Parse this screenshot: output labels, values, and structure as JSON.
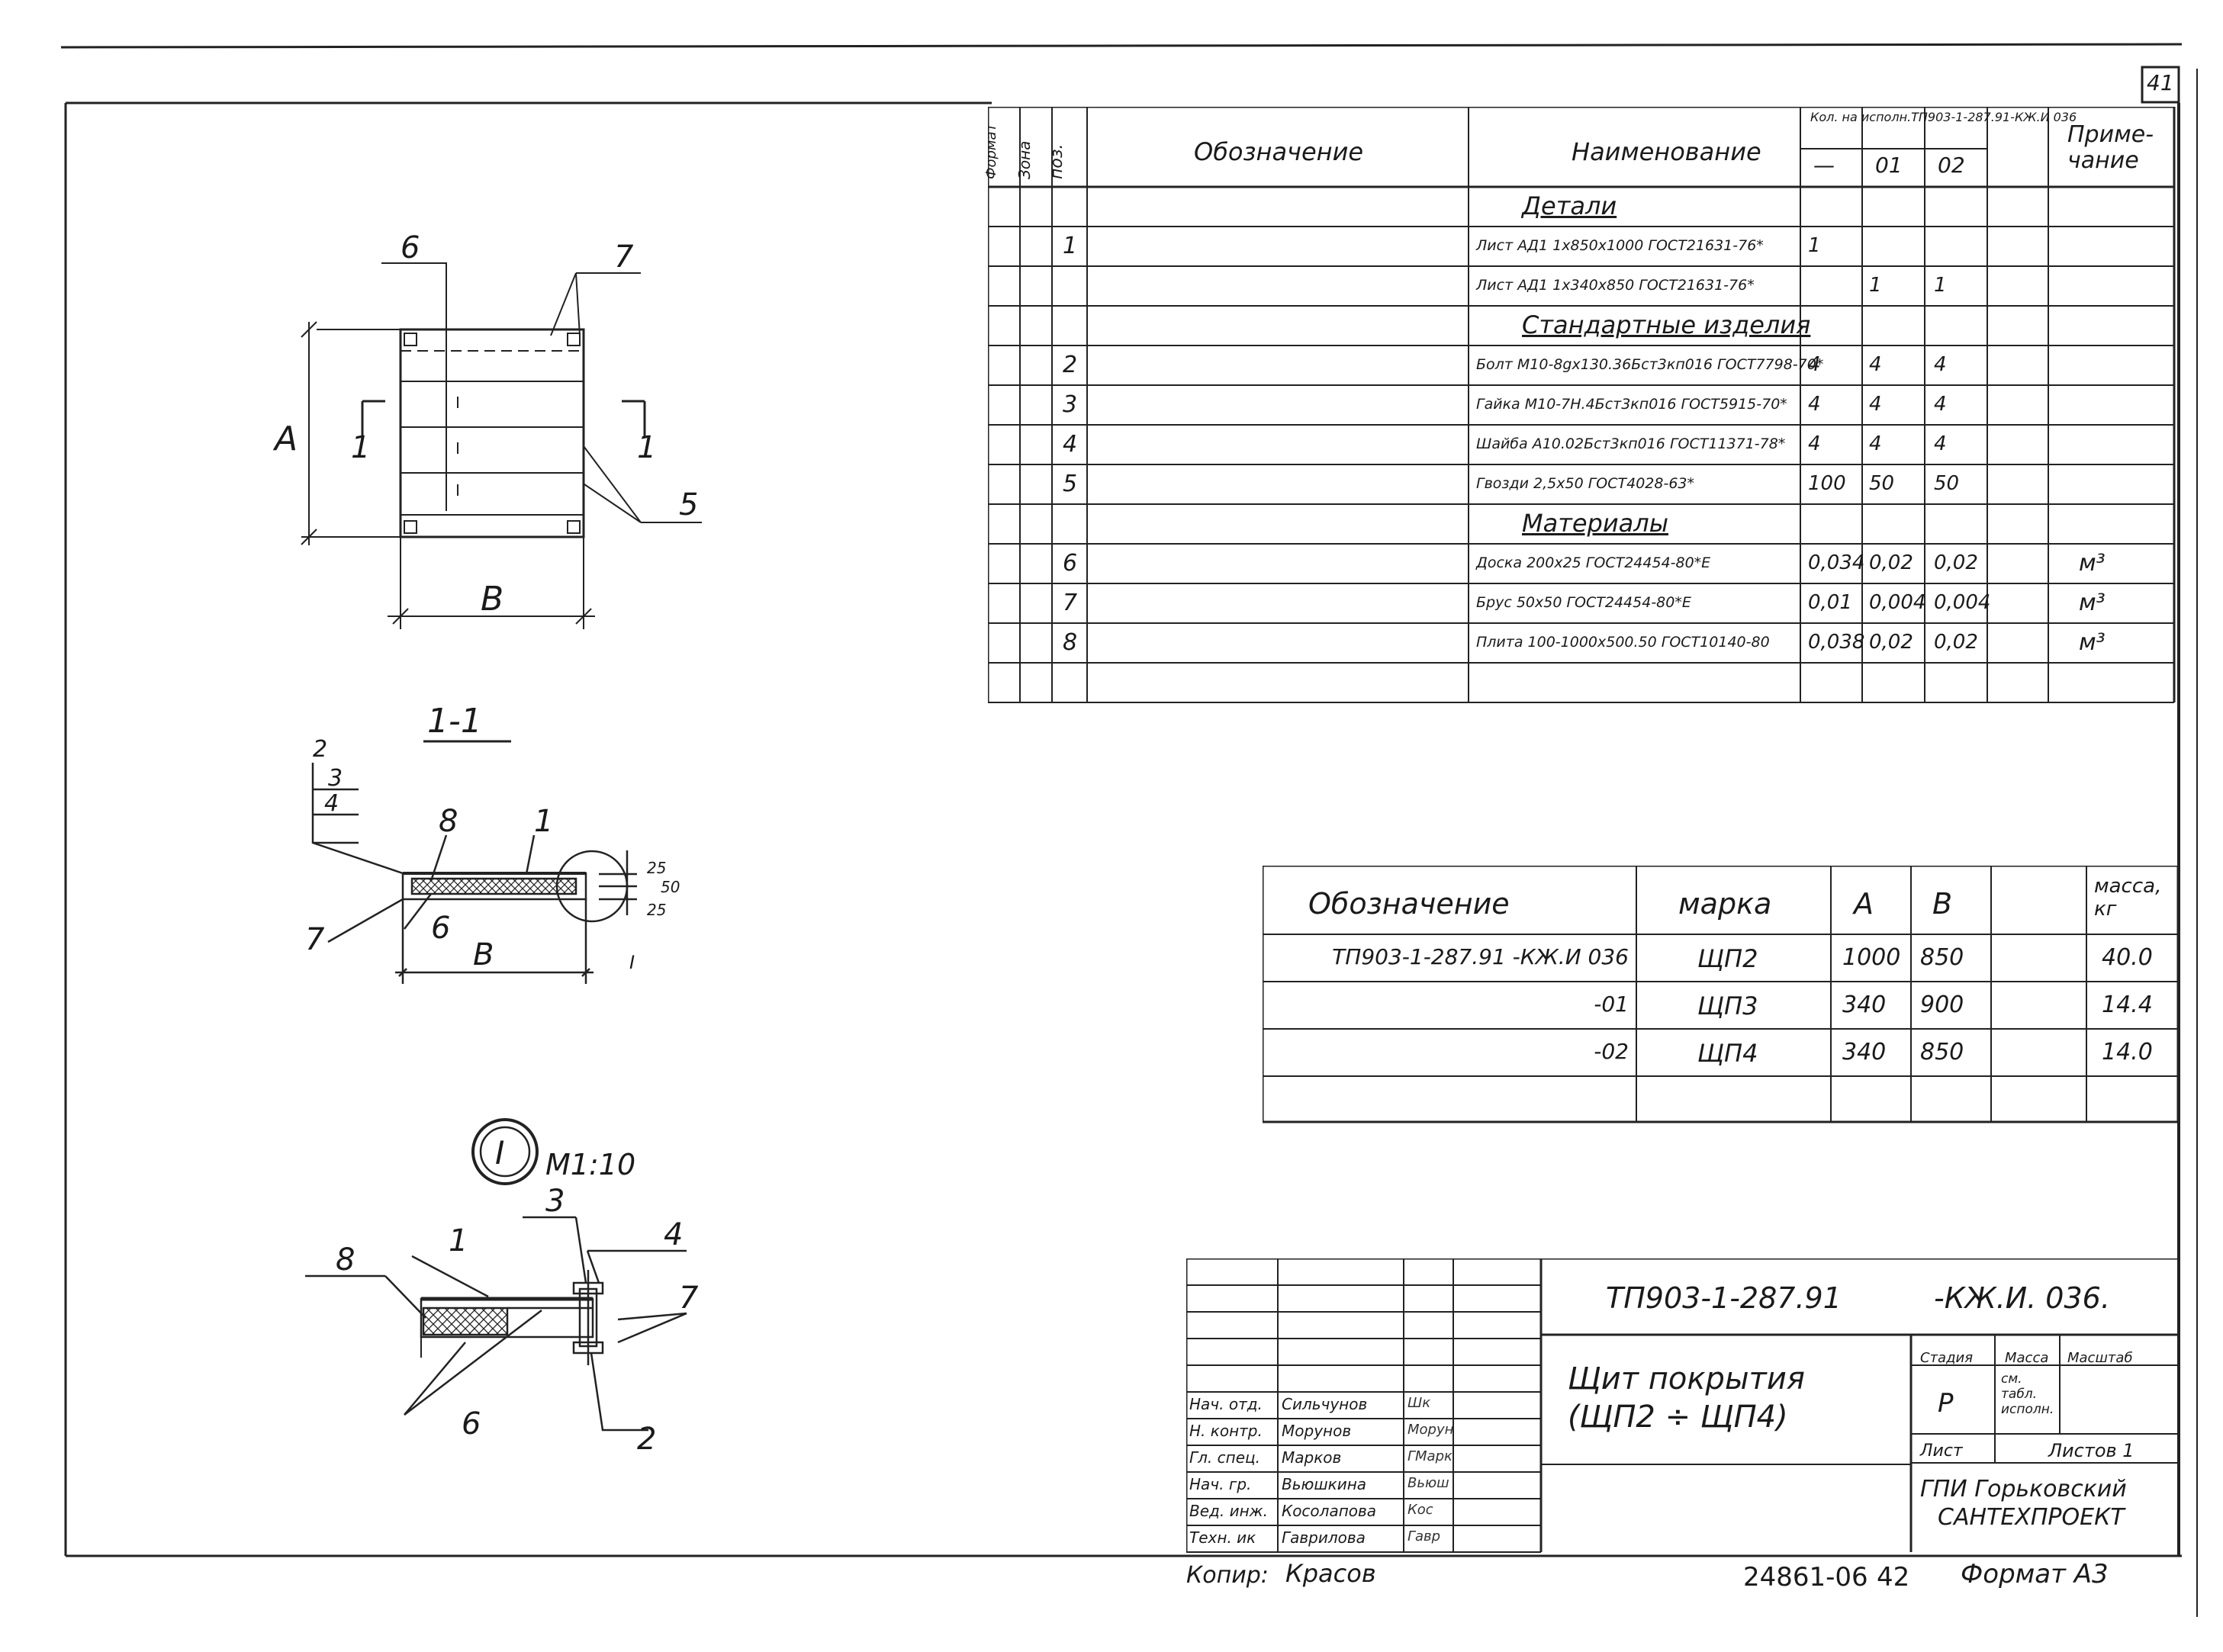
{
  "sheet_number": "41",
  "spec_table": {
    "headers": {
      "format": "Формат",
      "zone": "Зона",
      "pos": "поз.",
      "designation": "Обозначение",
      "name": "Наименование",
      "qty_group": "Кол. на исполн.ТП903-1-287.91-КЖ.И 036",
      "col_dash": "—",
      "col_01": "01",
      "col_02": "02",
      "note": "Приме-чание"
    },
    "rows": [
      {
        "pos": "",
        "name": "Детали",
        "q0": "",
        "q1": "",
        "q2": "",
        "note": "",
        "section": true
      },
      {
        "pos": "1",
        "name": "Лист АД1 1х850х1000 ГОСТ21631-76*",
        "q0": "1",
        "q1": "",
        "q2": "",
        "note": "",
        "section": false
      },
      {
        "pos": "",
        "name": "Лист АД1 1х340х850 ГОСТ21631-76*",
        "q0": "",
        "q1": "1",
        "q2": "1",
        "note": "",
        "section": false
      },
      {
        "pos": "",
        "name": "Стандартные изделия",
        "q0": "",
        "q1": "",
        "q2": "",
        "note": "",
        "section": true
      },
      {
        "pos": "2",
        "name": "Болт М10-8gх130.36Бст3кп016 ГОСТ7798-70*",
        "q0": "4",
        "q1": "4",
        "q2": "4",
        "note": "",
        "section": false
      },
      {
        "pos": "3",
        "name": "Гайка М10-7Н.4Бст3кп016 ГОСТ5915-70*",
        "q0": "4",
        "q1": "4",
        "q2": "4",
        "note": "",
        "section": false
      },
      {
        "pos": "4",
        "name": "Шайба А10.02Бст3кп016 ГОСТ11371-78*",
        "q0": "4",
        "q1": "4",
        "q2": "4",
        "note": "",
        "section": false
      },
      {
        "pos": "5",
        "name": "Гвозди 2,5х50 ГОСТ4028-63*",
        "q0": "100",
        "q1": "50",
        "q2": "50",
        "note": "",
        "section": false
      },
      {
        "pos": "",
        "name": "Материалы",
        "q0": "",
        "q1": "",
        "q2": "",
        "note": "",
        "section": true
      },
      {
        "pos": "6",
        "name": "Доска 200х25 ГОСТ24454-80*Е",
        "q0": "0,034",
        "q1": "0,02",
        "q2": "0,02",
        "note": "м³",
        "section": false
      },
      {
        "pos": "7",
        "name": "Брус 50х50 ГОСТ24454-80*Е",
        "q0": "0,01",
        "q1": "0,004",
        "q2": "0,004",
        "note": "м³",
        "section": false
      },
      {
        "pos": "8",
        "name": "Плита 100-1000х500.50 ГОСТ10140-80",
        "q0": "0,038",
        "q1": "0,02",
        "q2": "0,02",
        "note": "м³",
        "section": false
      }
    ]
  },
  "mark_table": {
    "headers": {
      "designation": "Обозначение",
      "mark": "марка",
      "a": "А",
      "b": "В",
      "mass": "масса, кг"
    },
    "rows": [
      {
        "designation": "ТП903-1-287.91 -КЖ.И 036",
        "mark": "ЩП2",
        "a": "1000",
        "b": "850",
        "mass": "40.0"
      },
      {
        "designation": "-01",
        "mark": "ЩП3",
        "a": "340",
        "b": "900",
        "mass": "14.4"
      },
      {
        "designation": "-02",
        "mark": "ЩП4",
        "a": "340",
        "b": "850",
        "mass": "14.0"
      }
    ]
  },
  "drawing": {
    "plan_labels": {
      "a": "А",
      "b": "В",
      "section_mark": "1",
      "p6": "6",
      "p7": "7",
      "p5": "5"
    },
    "section_title": "1-1",
    "section_labels": {
      "p2": "2",
      "p3": "3",
      "p4": "4",
      "p8": "8",
      "p1": "1",
      "p7": "7",
      "p6": "6",
      "b": "В",
      "d25a": "25",
      "d50": "50",
      "d25b": "25",
      "circle_label": "I"
    },
    "detail_id": "I",
    "detail_scale": "М1:10",
    "detail_labels": {
      "p8": "8",
      "p1": "1",
      "p3": "3",
      "p4": "4",
      "p7": "7",
      "p6": "6",
      "p2": "2"
    }
  },
  "title_block": {
    "code": "ТП903-1-287.91",
    "code_suffix": "-КЖ.И. 036.",
    "title_line1": "Щит покрытия",
    "title_line2": "(ЩП2 ÷ ЩП4)",
    "stage_label": "Стадия",
    "mass_label": "Масса",
    "scale_label": "Масштаб",
    "stage_value": "Р",
    "mass_value": "см. табл. исполн.",
    "sheet_label": "Лист",
    "sheets_label": "Листов 1",
    "org_line1": "ГПИ Горьковский",
    "org_line2": "САНТЕХПРОЕКТ",
    "staff": [
      {
        "role": "Нач. отд.",
        "name": "Сильчунов",
        "sign": "Шк"
      },
      {
        "role": "Н. контр.",
        "name": "Морунов",
        "sign": "Морун"
      },
      {
        "role": "Гл. спец.",
        "name": "Марков",
        "sign": "ГМарк"
      },
      {
        "role": "Нач. гр.",
        "name": "Вьюшкина",
        "sign": "Вьюш"
      },
      {
        "role": "Вед. инж.",
        "name": "Косолапова",
        "sign": "Кос"
      },
      {
        "role": "Техн. ик",
        "name": "Гаврилова",
        "sign": "Гавр"
      }
    ]
  },
  "footer": {
    "copy_label": "Копир:",
    "copy_sign": "Красов",
    "doc_number": "24861-06",
    "page": "42",
    "format": "Формат А3"
  }
}
